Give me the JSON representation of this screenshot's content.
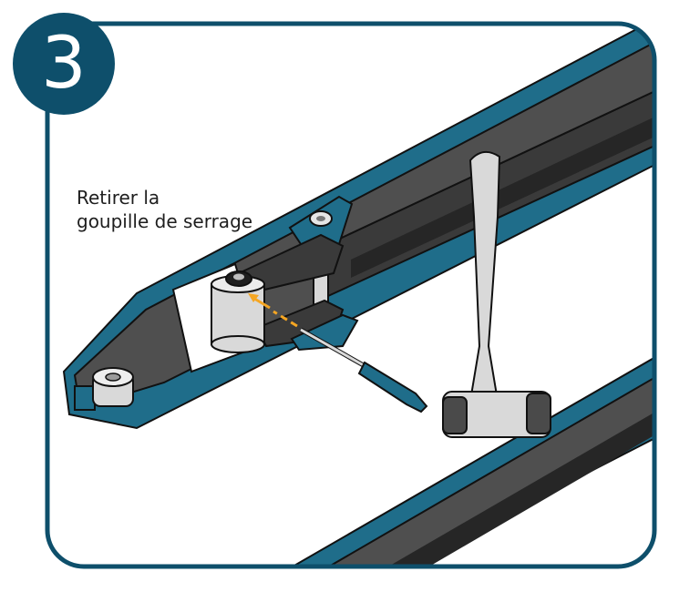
{
  "step": {
    "number": "3"
  },
  "caption": {
    "line1": "Retirer la",
    "line2": "goupille de serrage"
  },
  "colors": {
    "frame": "#0e4f6b",
    "fork_blue": "#1f6d8a",
    "fork_gray": "#4a4a4a",
    "rail_dark": "#2f2f2f",
    "part_light": "#d9d9d9",
    "arrow": "#f5a623"
  },
  "icons": {
    "tool": "hammer-icon",
    "pin_punch": "drift-punch-icon",
    "direction": "arrow-icon"
  }
}
